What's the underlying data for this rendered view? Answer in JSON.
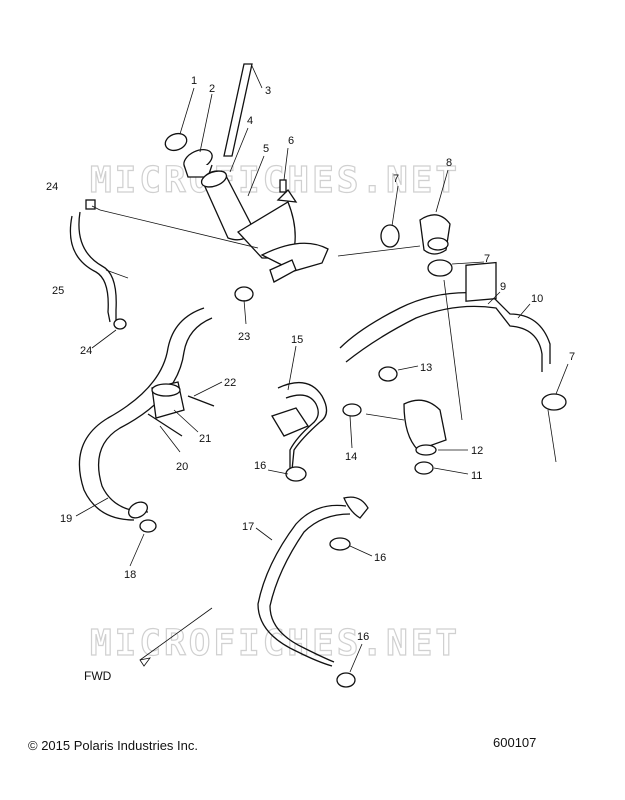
{
  "watermark": "MICROFICHES.NET",
  "callouts": [
    "1",
    "2",
    "3",
    "4",
    "5",
    "6",
    "7",
    "8",
    "7",
    "9",
    "10",
    "7",
    "24",
    "25",
    "24",
    "23",
    "22",
    "21",
    "20",
    "15",
    "13",
    "14",
    "12",
    "11",
    "16",
    "19",
    "18",
    "17",
    "16",
    "16"
  ],
  "fwd_label": "FWD",
  "copyright": "© 2015 Polaris Industries Inc.",
  "drawing_number": "600107"
}
